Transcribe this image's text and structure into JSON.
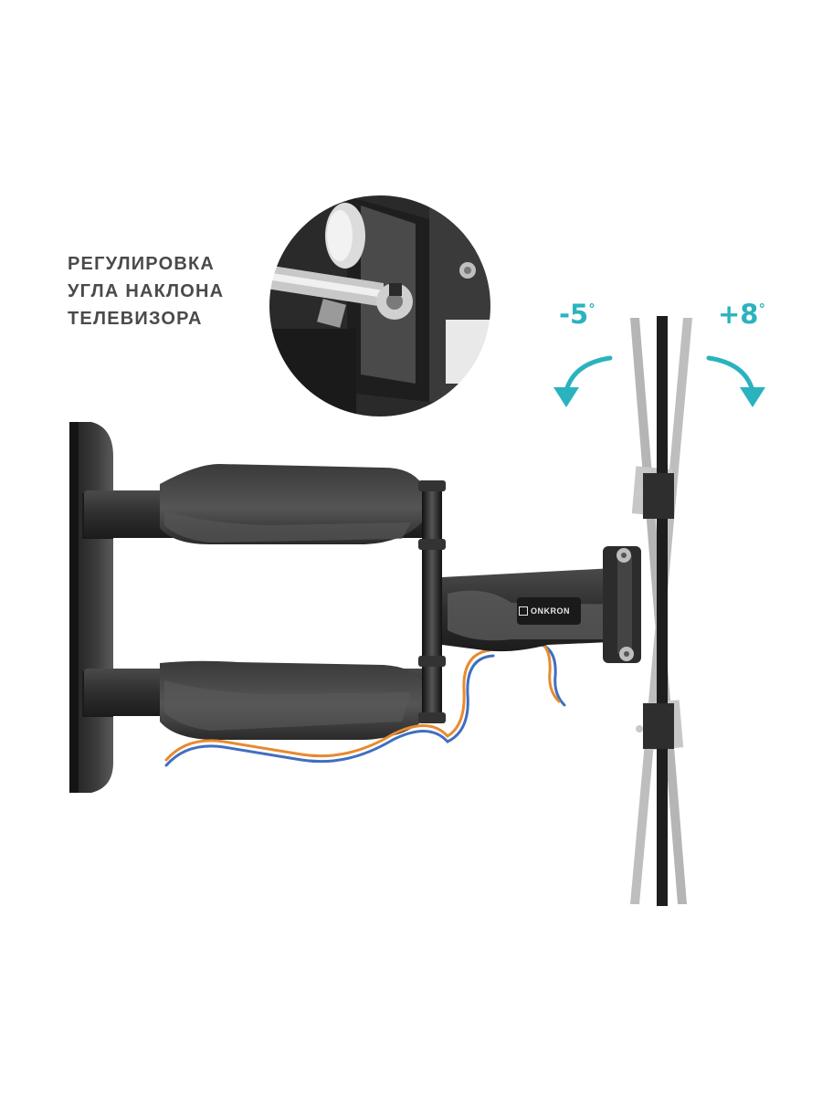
{
  "caption": {
    "line1": "РЕГУЛИРОВКА",
    "line2": "УГЛА НАКЛОНА",
    "line3": "ТЕЛЕВИЗОРА"
  },
  "tilt": {
    "minus_label": "-5",
    "plus_label": "+8",
    "degree_symbol": "°"
  },
  "brand": {
    "logo_text": "ONKRON"
  },
  "colors": {
    "accent": "#2ab3bf",
    "text": "#4a4a4a",
    "metal_dark": "#2b2b2b",
    "cable_orange": "#e88a2e",
    "cable_blue": "#3f6fc0"
  },
  "icons": {
    "tilt_minus_arrow": "counterclockwise-arrow-icon",
    "tilt_plus_arrow": "clockwise-arrow-icon",
    "brand_logo": "onkron-cube-logo-icon"
  }
}
